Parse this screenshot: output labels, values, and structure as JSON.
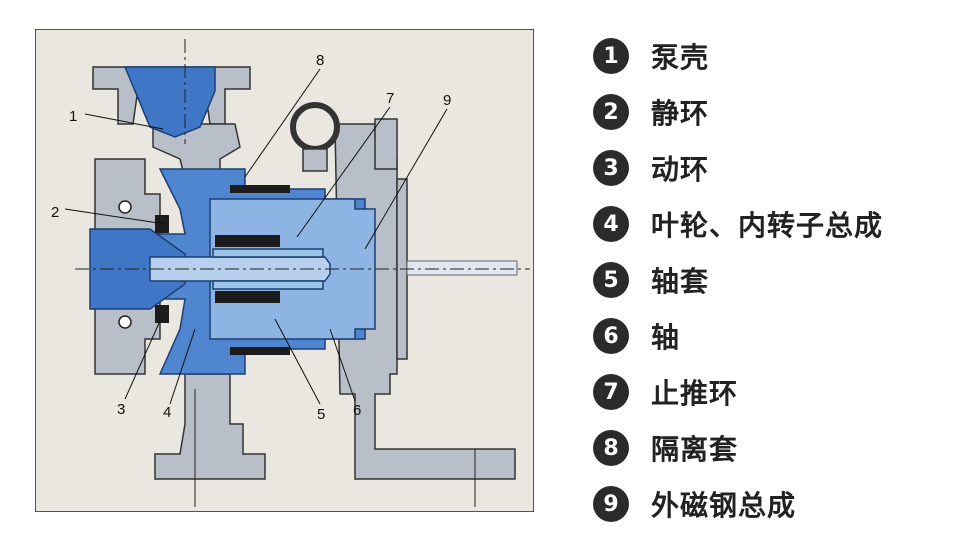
{
  "callout_numbers": [
    "1",
    "2",
    "3",
    "4",
    "5",
    "6",
    "7",
    "8",
    "9"
  ],
  "legend": [
    {
      "num": "1",
      "label": "泵壳"
    },
    {
      "num": "2",
      "label": "静环"
    },
    {
      "num": "3",
      "label": "动环"
    },
    {
      "num": "4",
      "label": "叶轮、内转子总成"
    },
    {
      "num": "5",
      "label": "轴套"
    },
    {
      "num": "6",
      "label": "轴"
    },
    {
      "num": "7",
      "label": "止推环"
    },
    {
      "num": "8",
      "label": "隔离套"
    },
    {
      "num": "9",
      "label": "外磁钢总成"
    }
  ],
  "colors": {
    "casing": "#b9bfc9",
    "blue": "#3f77c6",
    "light_blue": "#9cc3e8",
    "black": "#1c1c1c",
    "paper": "#e8e6dd",
    "badge": "#2b2b2b"
  }
}
